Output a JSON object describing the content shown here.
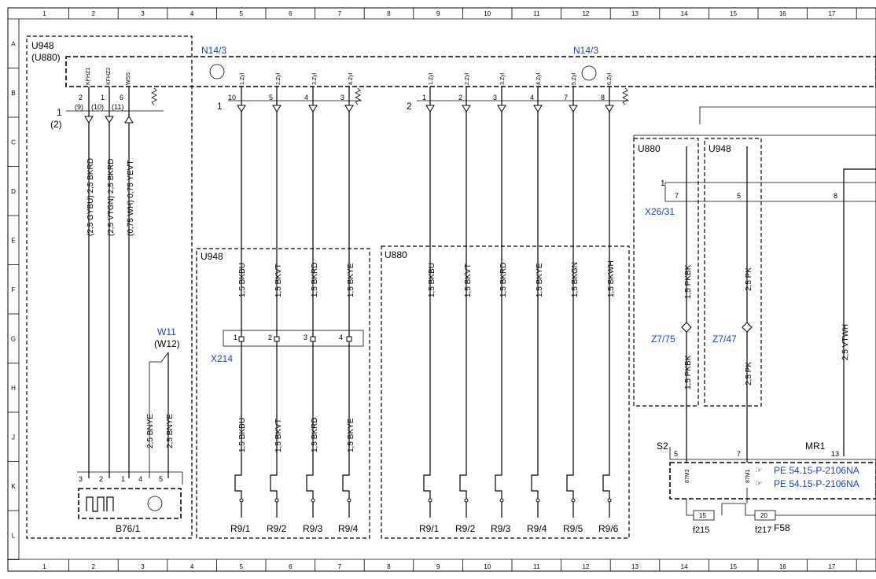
{
  "grid": {
    "columns": [
      "1",
      "2",
      "3",
      "4",
      "5",
      "6",
      "7",
      "8",
      "9",
      "10",
      "11",
      "12",
      "13",
      "14",
      "15",
      "16",
      "17"
    ],
    "rows": [
      "A",
      "B",
      "C",
      "D",
      "E",
      "F",
      "G",
      "H",
      "J",
      "K",
      "L"
    ]
  },
  "left_block": {
    "label_top": "U948",
    "label_alt": "(U880)",
    "num_1": "1",
    "num_2": "(2)",
    "pins": [
      {
        "name": "KFHZ1",
        "pin": "2",
        "alt": "(9)",
        "wire": "(2,5 GYBU) 2,5 BKRD"
      },
      {
        "name": "KFHZ2",
        "pin": "1",
        "alt": "(10)",
        "wire": "(2,5 VTGN) 2,5 BKRD"
      },
      {
        "name": "WSS",
        "pin": "6",
        "alt": "(11)",
        "wire": "(0,75 WH) 0,75 YEVT"
      }
    ],
    "w_label": "W11",
    "w_alt": "(W12)",
    "bnye": [
      "2,5 BNYE",
      "2,5 BNYE"
    ],
    "b76_pins": [
      "3",
      "2",
      "1",
      "4",
      "5"
    ],
    "b76_label": "B76/1"
  },
  "n14_labels": [
    "N14/3",
    "N14/3"
  ],
  "group_u948": {
    "connector_num": "1",
    "label": "U948",
    "pins": [
      {
        "zyl": "1.Zyl",
        "pin": "10",
        "wire": "1,5 BKBU",
        "x214": "1",
        "load": "R9/1"
      },
      {
        "zyl": "2.Zyl",
        "pin": "5",
        "wire": "1,5 BKVT",
        "x214": "2",
        "load": "R9/2"
      },
      {
        "zyl": "3.Zyl",
        "pin": "4",
        "wire": "1,5 BKRD",
        "x214": "3",
        "load": "R9/3"
      },
      {
        "zyl": "4.Zyl",
        "pin": "3",
        "wire": "1,5 BKYE",
        "x214": "4",
        "load": "R9/4"
      }
    ],
    "x214_label": "X214"
  },
  "group_u880": {
    "connector_num": "2",
    "label": "U880",
    "pins": [
      {
        "zyl": "1.Zyl",
        "pin": "1",
        "wire": "1,5 BKBU",
        "load": "R9/1"
      },
      {
        "zyl": "2.Zyl",
        "pin": "2",
        "wire": "1,5 BKVT",
        "load": "R9/2"
      },
      {
        "zyl": "3.Zyl",
        "pin": "3",
        "wire": "1,5 BKRD",
        "load": "R9/3"
      },
      {
        "zyl": "4.Zyl",
        "pin": "4",
        "wire": "1,5 BKYE",
        "load": "R9/4"
      },
      {
        "zyl": "5.Zyl",
        "pin": "7",
        "wire": "1,5 BKGN",
        "load": "R9/5"
      },
      {
        "zyl": "6.Zyl",
        "pin": "8",
        "wire": "1,5 BKWH",
        "load": "R9/6"
      }
    ]
  },
  "right_block": {
    "u880_label": "U880",
    "u948_label": "U948",
    "connector_num": "1",
    "x26_pins": [
      "7",
      "5",
      "8"
    ],
    "x26_label": "X26/31",
    "wire_a": "1,5 PKBK",
    "wire_b": "2,5 PK",
    "wire_c": "2,5 VTWH",
    "z_a": "Z7/75",
    "z_b": "Z7/47",
    "s2_label": "S2",
    "s2_pins": [
      "5",
      "7"
    ],
    "s2_inner": [
      "87M3",
      "87M1"
    ],
    "mr1_label": "MR1",
    "mr1_pin": "13",
    "pe_refs": [
      "PE 54.15-P-2106NA",
      "PE 54.15-P-2106NA"
    ],
    "fuse_a_value": "15",
    "fuse_b_value": "20",
    "fuse_a_label": "f215",
    "fuse_b_label": "f217",
    "f58_label": "F58"
  },
  "colors": {
    "link_blue": "#1f3fbf",
    "line": "#000000"
  }
}
